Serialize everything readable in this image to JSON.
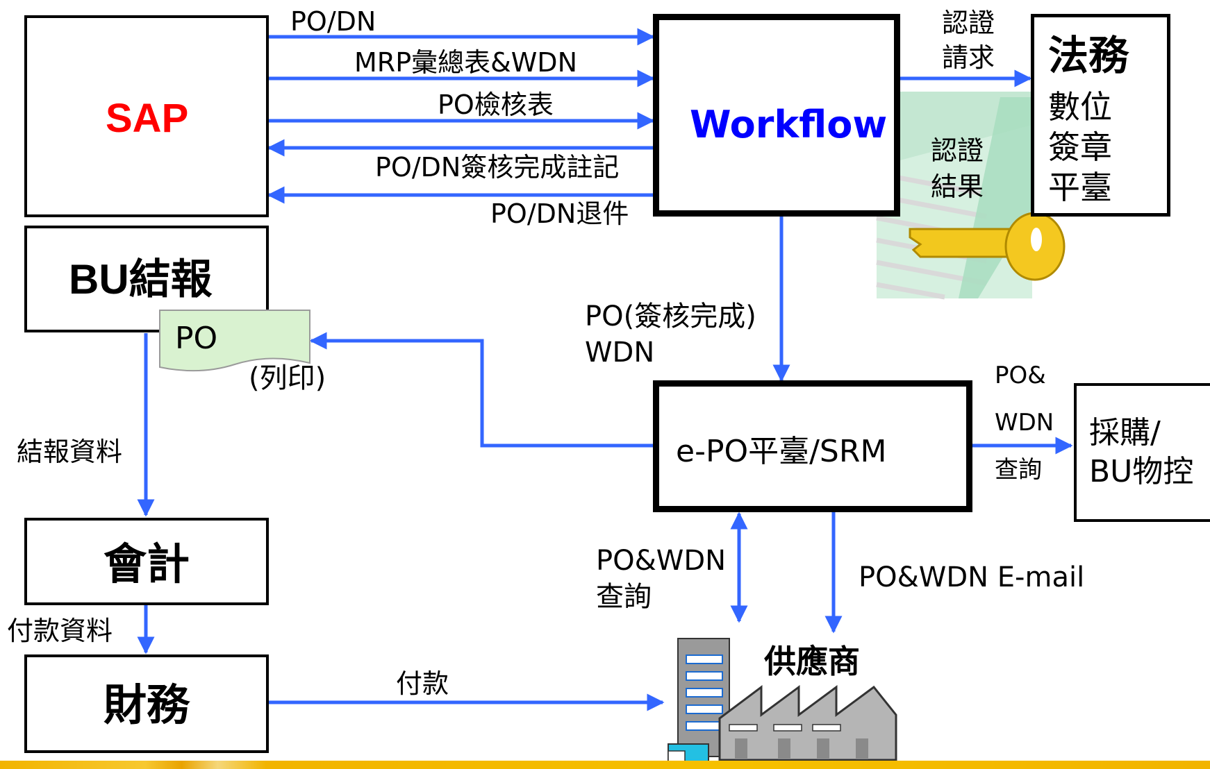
{
  "colors": {
    "arrow": "#3366ff",
    "sap_text": "#ff0000",
    "workflow_text": "#0000ff",
    "po_note_fill": "#d9f2d0"
  },
  "boxes": {
    "sap": "SAP",
    "workflow": "Workflow",
    "legal": {
      "title": "法務",
      "line1": "數位",
      "line2": "簽章",
      "line3": "平臺"
    },
    "bu_report": {
      "bold": "BU",
      "rest": "結報"
    },
    "po_note": "PO",
    "accounting": "會計",
    "finance": "財務",
    "epo": "e-PO平臺/SRM",
    "purchasing": {
      "line1": "採購/",
      "line2": "BU物控"
    }
  },
  "labels": {
    "po_dn": "PO/DN",
    "mrp": "MRP彙總表&WDN",
    "po_check": "PO檢核表",
    "po_dn_signed": "PO/DN簽核完成註記",
    "po_dn_return": "PO/DN退件",
    "cert_request": {
      "line1": "認證",
      "line2": "請求"
    },
    "cert_result": {
      "line1": "認證",
      "line2": "結果"
    },
    "po_signed": {
      "line1": "PO(簽核完成)",
      "line2": "WDN"
    },
    "print": "(列印)",
    "report_data": "結報資料",
    "payment_data": "付款資料",
    "payment": "付款",
    "po_wdn_query_right": {
      "line1": "PO&",
      "line2": "WDN",
      "line3": "查詢"
    },
    "po_wdn_query_bottom": {
      "line1": "PO&WDN",
      "line2": "查詢"
    },
    "po_wdn_email": "PO&WDN E-mail",
    "supplier": "供應商"
  }
}
